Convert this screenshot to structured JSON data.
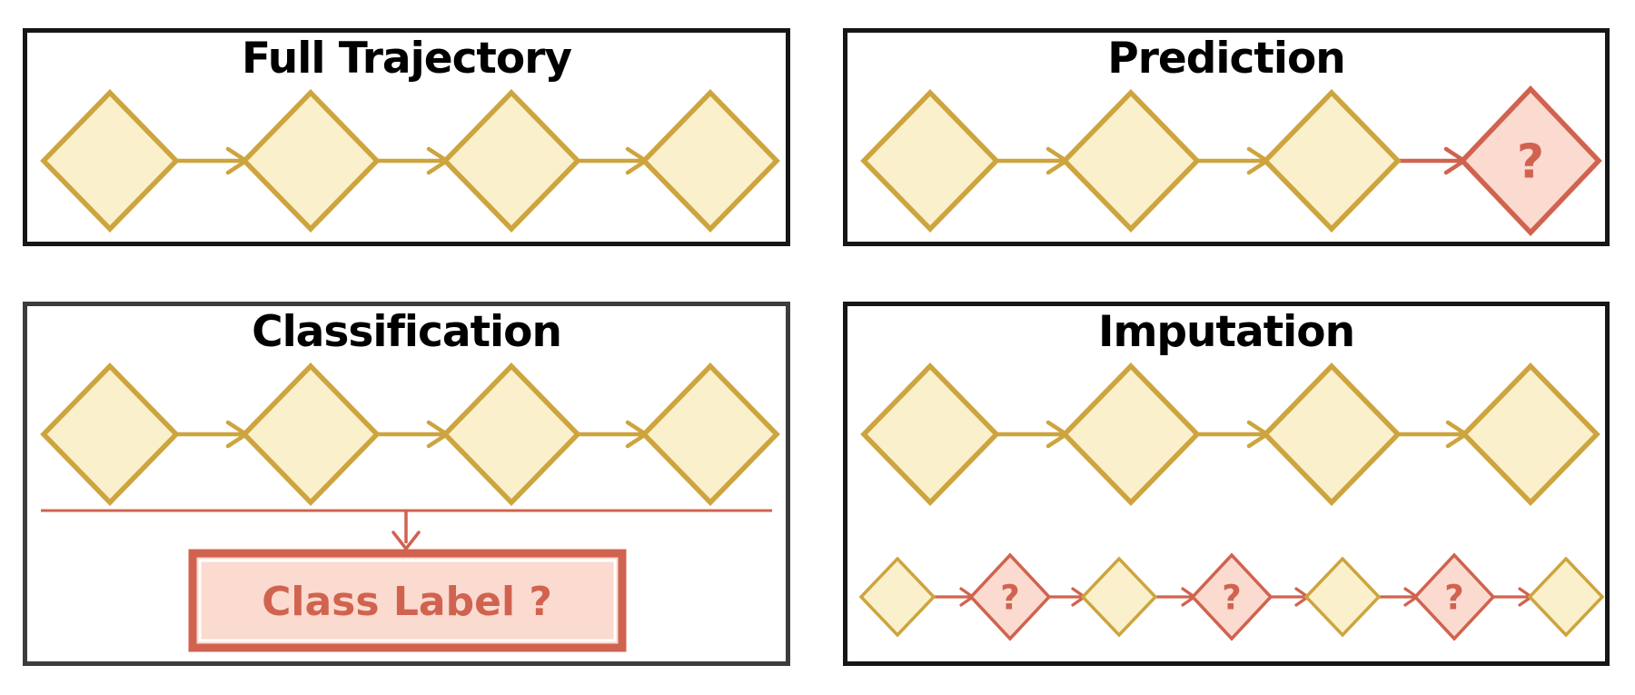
{
  "figure": {
    "description": "Four-panel diagram of trajectory tasks over sequences of states",
    "question_mark": "?"
  },
  "colors": {
    "background": "#ffffff",
    "observed_fill": "#faf0cc",
    "observed_stroke": "#cda43e",
    "missing_fill": "#fbdad0",
    "missing_stroke": "#d0634f",
    "panel_border": "#161616",
    "panel_border_gray": "#3c3c3c",
    "title_color": "#000000"
  },
  "panels": {
    "full_trajectory": {
      "title": "Full Trajectory",
      "rows": [
        [
          {
            "state": "observed"
          },
          {
            "state": "observed"
          },
          {
            "state": "observed"
          },
          {
            "state": "observed"
          }
        ]
      ]
    },
    "prediction": {
      "title": "Prediction",
      "rows": [
        [
          {
            "state": "observed"
          },
          {
            "state": "observed"
          },
          {
            "state": "observed"
          },
          {
            "state": "missing",
            "label": "?"
          }
        ]
      ]
    },
    "classification": {
      "title": "Classification",
      "rows": [
        [
          {
            "state": "observed"
          },
          {
            "state": "observed"
          },
          {
            "state": "observed"
          },
          {
            "state": "observed"
          }
        ]
      ],
      "class_box": {
        "label": "Class Label ?"
      }
    },
    "imputation": {
      "title": "Imputation",
      "rows": [
        [
          {
            "state": "observed"
          },
          {
            "state": "observed"
          },
          {
            "state": "observed"
          },
          {
            "state": "observed"
          }
        ],
        [
          {
            "state": "observed"
          },
          {
            "state": "missing",
            "label": "?"
          },
          {
            "state": "observed"
          },
          {
            "state": "missing",
            "label": "?"
          },
          {
            "state": "observed"
          },
          {
            "state": "missing",
            "label": "?"
          },
          {
            "state": "observed"
          }
        ]
      ]
    }
  }
}
